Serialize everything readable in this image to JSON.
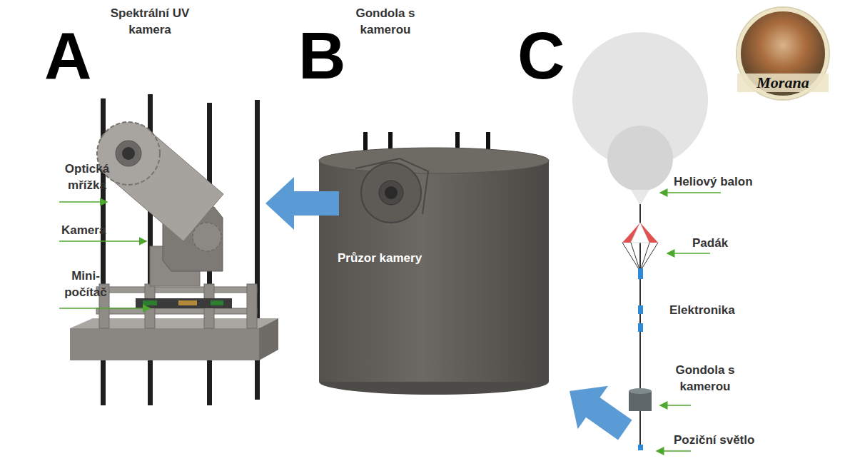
{
  "diagram": {
    "nodes": [
      {
        "text": [
          "Průzor kamery"
        ]
      },
      {
        "text": [
          "Morana"
        ]
      }
    ],
    "labels": [
      "A",
      "Spektrální UV kamera",
      "B",
      "Gondola s kamerou",
      "C",
      "Optická mřížka",
      "Kamera",
      "Mini- počítač",
      "Heliový balon",
      "Padák",
      "Elektronika",
      "Gondola s kamerou",
      "Poziční světlo"
    ]
  }
}
